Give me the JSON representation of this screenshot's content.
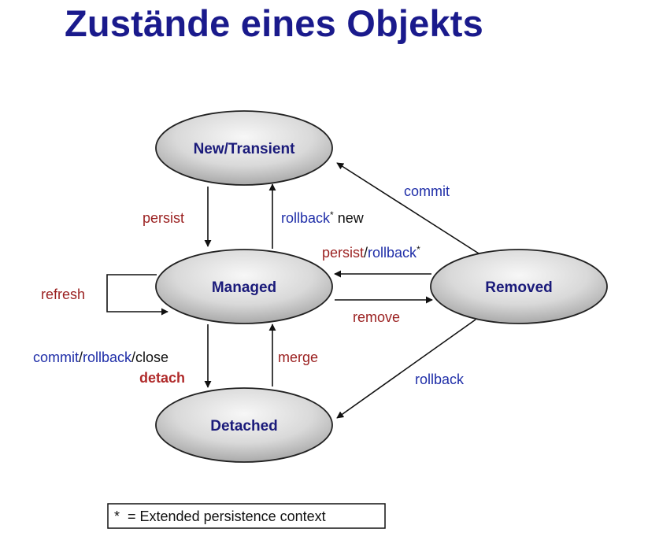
{
  "title": "Zustände eines Objekts",
  "states": {
    "new_transient": "New/Transient",
    "managed": "Managed",
    "removed": "Removed",
    "detached": "Detached"
  },
  "transitions": {
    "persist": "persist",
    "rollback_new_part1": "rollback",
    "rollback_new_star": "*",
    "rollback_new_part2": " new",
    "commit_removed_to_new": "commit",
    "persist_rollback_part1": "persist",
    "persist_rollback_sep": "/",
    "persist_rollback_part2": "rollback",
    "persist_rollback_star": "*",
    "remove": "remove",
    "refresh": "refresh",
    "commit_rollback_close_part1": "commit",
    "commit_rollback_close_sep1": "/",
    "commit_rollback_close_part2": "rollback",
    "commit_rollback_close_part3": "/close",
    "detach": "detach",
    "merge": "merge",
    "rollback_removed_to_detached": "rollback"
  },
  "legend": {
    "text": "*  = Extended persistence context"
  },
  "colors": {
    "title": "#1a1a8c",
    "state_text": "#1a1a7a",
    "red_label": "#9a1f1f",
    "blue_label": "#1f2ea8"
  }
}
